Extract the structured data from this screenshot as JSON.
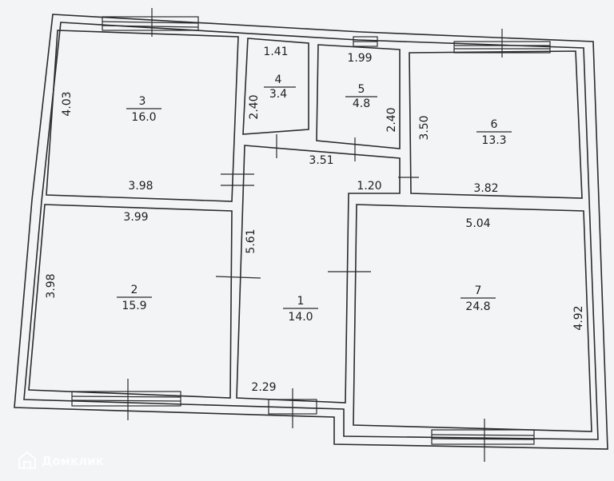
{
  "rooms": [
    {
      "id": "1",
      "area": "14.0"
    },
    {
      "id": "2",
      "area": "15.9"
    },
    {
      "id": "3",
      "area": "16.0"
    },
    {
      "id": "4",
      "area": "3.4"
    },
    {
      "id": "5",
      "area": "4.8"
    },
    {
      "id": "6",
      "area": "13.3"
    },
    {
      "id": "7",
      "area": "24.8"
    }
  ],
  "dimensions": {
    "r3_left": "4.03",
    "r3_bottom": "3.98",
    "r2_top": "3.99",
    "r2_left": "3.98",
    "r4_top": "1.41",
    "r4_left": "2.40",
    "r5_top": "1.99",
    "r5_right": "2.40",
    "r6_left": "3.50",
    "r6_bottom": "3.82",
    "hall_top": "3.51",
    "hall_notch": "1.20",
    "hall_left": "5.61",
    "hall_bottom": "2.29",
    "r7_top": "5.04",
    "r7_right": "4.92"
  },
  "watermark": {
    "text": "Домклик"
  },
  "colors": {
    "paper": "#f3f4f6",
    "ink": "#2b2b2e",
    "background": "#d9dcdf"
  }
}
